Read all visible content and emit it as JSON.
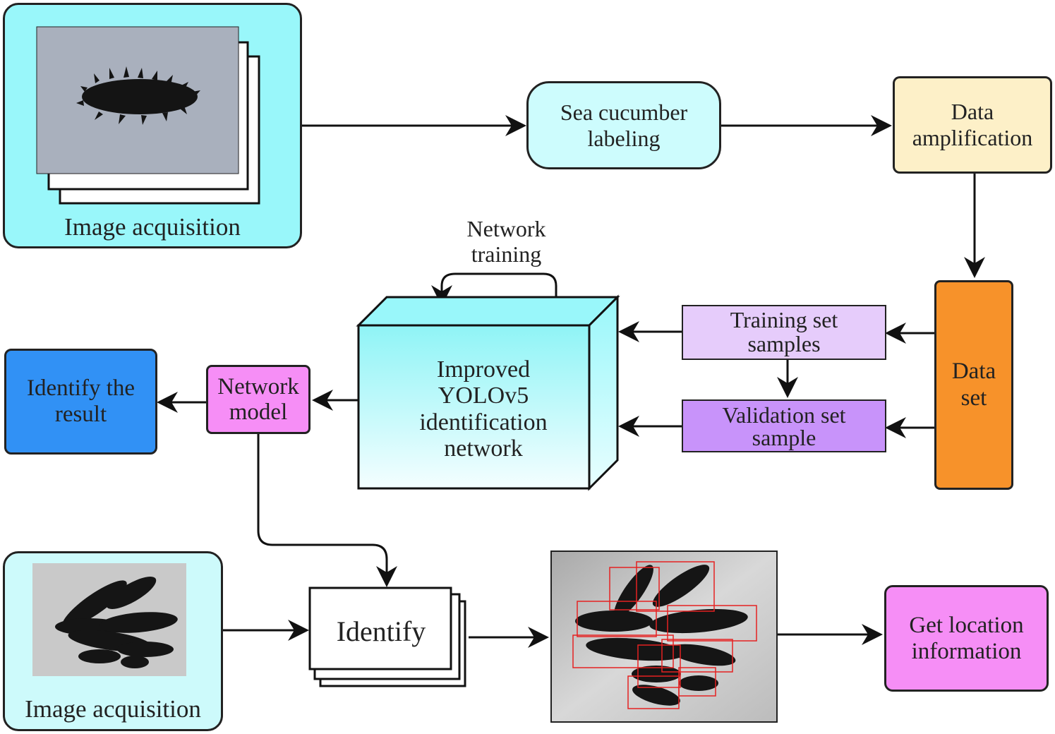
{
  "nodes": {
    "image_acquisition_top": "Image acquisition",
    "sea_cucumber_labeling": "Sea cucumber labeling",
    "data_amplification": "Data amplification",
    "data_set": "Data set",
    "training_set": "Training set samples",
    "validation_set": "Validation set sample",
    "yolo_network": "Improved YOLOv5 identification network",
    "network_training": "Network training",
    "network_model": "Network model",
    "identify_result": "Identify the result",
    "image_acquisition_bottom": "Image acquisition",
    "identify": "Identify",
    "get_location": "Get location information"
  },
  "colors": {
    "cyan_panel": "#99f7fa",
    "light_cyan": "#cdfcfd",
    "cream": "#fdf0c8",
    "orange": "#f7922a",
    "lavender": "#e6ccfb",
    "purple": "#c893fa",
    "pink": "#f68ef6",
    "blue": "#3191f5",
    "light_cyan_panel": "#cdfafb"
  }
}
